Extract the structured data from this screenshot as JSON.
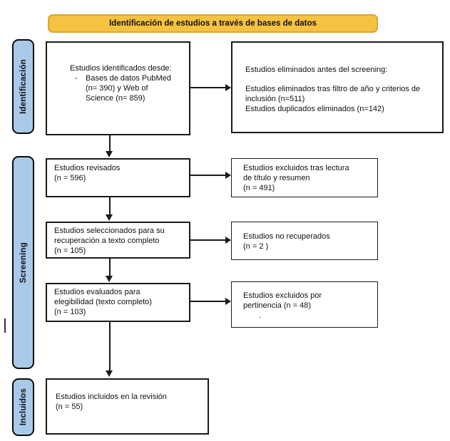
{
  "title_banner": "Identificación de estudios a través de bases de datos",
  "stages": [
    {
      "label": "Identificación"
    },
    {
      "label": "Screening"
    },
    {
      "label": "Incluidos"
    }
  ],
  "boxes": {
    "identified": {
      "line1": "Estudios identificados desde:",
      "bullet_dash": "-",
      "bullet_line1": "Bases de datos PubMed",
      "bullet_line2": "(n= 390) y Web of",
      "bullet_line3": "Science (n= 859)"
    },
    "removed_before_screening": {
      "header": "Estudios eliminados antes del screening:",
      "body1": "Estudios eliminados tras filtro de año y criterios de",
      "body2": "inclusión (n=511)",
      "body3": "Estudios duplicados eliminados (n=142)"
    },
    "screened": {
      "line1": "Estudios revisados",
      "line2": "(n = 596)"
    },
    "excluded_title_abstract": {
      "line1": "Estudios excluidos tras lectura",
      "line2": "de título y resumen",
      "line3": "(n = 491)"
    },
    "sought_retrieval": {
      "line1": "Estudios seleccionados para su",
      "line2": "recuperación a texto completo",
      "line3": "(n = 105)"
    },
    "not_retrieved": {
      "line1": "Estudios no recuperados",
      "line2": "(n = 2 )"
    },
    "assessed_eligibility": {
      "line1": "Estudios evaluados para",
      "line2": "elegibilidad (texto completo)",
      "line3": "(n = 103)"
    },
    "excluded_pertinence": {
      "line1": "Estudios excluidos por",
      "line2": "pertinencia (n = 48)",
      "line3": "."
    },
    "included_review": {
      "line1": "Estudios incluidos en la revisión",
      "line2": "(n = 55)"
    }
  },
  "colors": {
    "banner_fill": "#F5C242",
    "banner_border": "#DBA52F",
    "stage_fill": "#A9C9E9",
    "box_border": "#1A1A1A",
    "text": "#111111"
  }
}
